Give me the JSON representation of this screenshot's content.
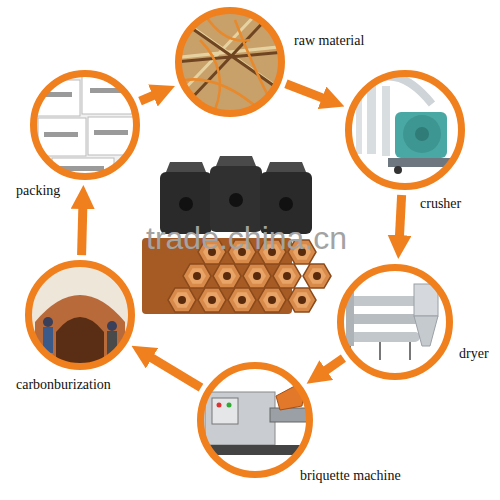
{
  "diagram": {
    "nodes": [
      {
        "text": [
          "raw material"
        ]
      },
      {
        "text": [
          "crusher"
        ]
      },
      {
        "text": [
          "dryer"
        ]
      },
      {
        "text": [
          "briquette machine"
        ]
      },
      {
        "text": [
          "carbonburization"
        ]
      },
      {
        "text": [
          "packing"
        ]
      }
    ],
    "edges": [
      {
        "from": 0,
        "to": 1,
        "arrow": "to"
      },
      {
        "from": 1,
        "to": 2,
        "arrow": "to"
      },
      {
        "from": 2,
        "to": 3,
        "arrow": "to"
      },
      {
        "from": 3,
        "to": 4,
        "arrow": "to"
      },
      {
        "from": 4,
        "to": 5,
        "arrow": "to"
      },
      {
        "from": 5,
        "to": 0,
        "arrow": "to"
      }
    ],
    "labels": [
      "trade.china.cn"
    ]
  }
}
